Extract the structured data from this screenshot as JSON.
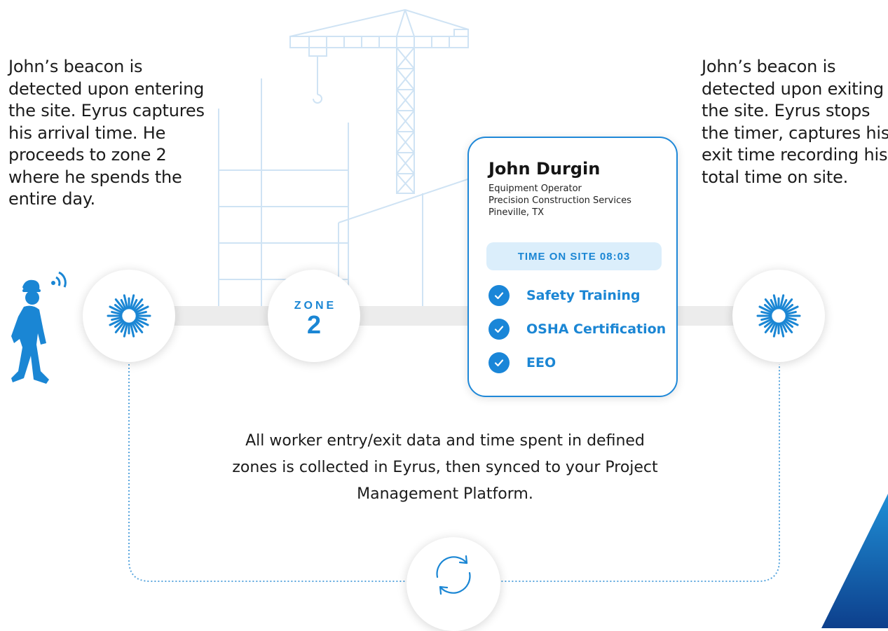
{
  "entry_description": "John’s beacon is detected upon entering the site. Eyrus captures his arrival time. He proceeds to zone 2 where he spends the entire day.",
  "exit_description": "John’s beacon is detected upon exiting the site. Eyrus stops the timer, captures his exit time recording his total time on site.",
  "zone": {
    "label": "ZONE",
    "number": "2"
  },
  "worker_card": {
    "name": "John Durgin",
    "role": "Equipment Operator",
    "company": "Precision Construction Services",
    "location": "Pineville, TX",
    "time_on_site": "TIME ON SITE 08:03",
    "certifications": [
      "Safety Training",
      "OSHA Certification",
      "EEO"
    ]
  },
  "footer_description": "All worker entry/exit data and time spent in defined zones is collected in Eyrus, then synced to your Project Management Platform.",
  "icons": [
    "worker-icon",
    "beacon-signal-icon",
    "sensor-burst-icon",
    "check-icon",
    "sync-icon"
  ],
  "colors": {
    "accent": "#1a86d4",
    "light_blue": "#dbeefb",
    "track": "#ececec",
    "dark_blue": "#0d3f8c"
  }
}
